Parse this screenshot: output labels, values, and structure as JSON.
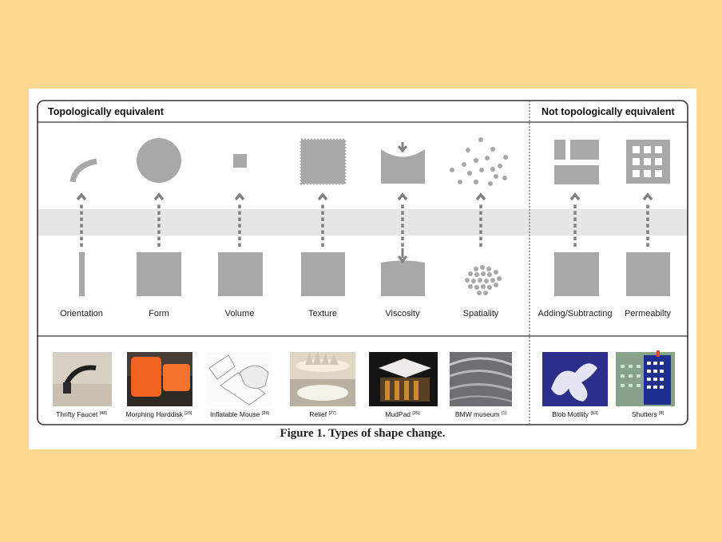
{
  "figure": {
    "caption": "Figure 1. Types of shape change.",
    "groups": [
      {
        "label": "Topologically equivalent"
      },
      {
        "label": "Not topologically equivalent"
      }
    ],
    "types": [
      {
        "label": "Orientation",
        "example": "Thrifty Faucet",
        "ref": "[48]"
      },
      {
        "label": "Form",
        "example": "Morphing Harddisk",
        "ref": "[20]"
      },
      {
        "label": "Volume",
        "example": "Inflatable Mouse",
        "ref": "[28]"
      },
      {
        "label": "Texture",
        "example": "Relief",
        "ref": "[27]"
      },
      {
        "label": "Viscosity",
        "example": "MudPad",
        "ref": "[25]"
      },
      {
        "label": "Spatiality",
        "example": "BMW museum",
        "ref": "[1]"
      },
      {
        "label": "Adding/Subtracting",
        "example": "Blob Motility",
        "ref": "[53]"
      },
      {
        "label": "Permeabilty",
        "example": "Shutters",
        "ref": "[8]"
      }
    ],
    "colors": {
      "shape": "#a8a8a8",
      "arrow": "#808080",
      "band": "#e6e6e6",
      "outline": "#333333",
      "slide_background": "#fed88e"
    }
  }
}
